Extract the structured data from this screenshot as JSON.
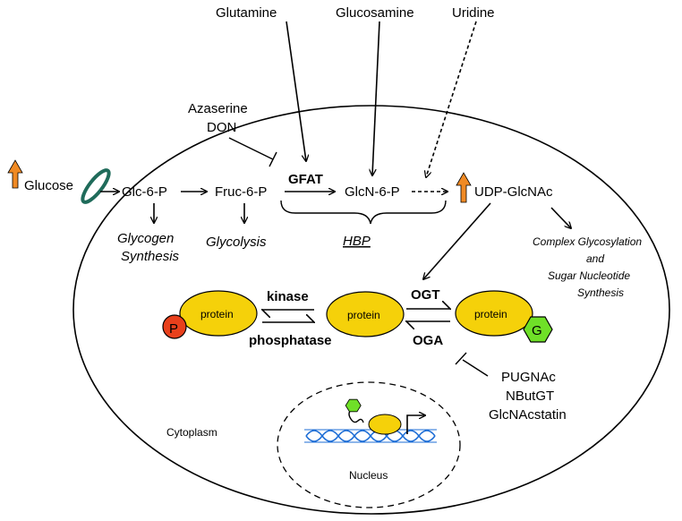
{
  "inputs": {
    "glutamine": "Glutamine",
    "glucosamine": "Glucosamine",
    "uridine": "Uridine",
    "azaserine": "Azaserine",
    "don": "DON",
    "glucose": "Glucose"
  },
  "pathway": {
    "glc6p": "Glc-6-P",
    "fruc6p": "Fruc-6-P",
    "gfat": "GFAT",
    "glcn6p": "GlcN-6-P",
    "udpglcnac": "UDP-GlcNAc",
    "hbp": "HBP"
  },
  "branches": {
    "glycogen_line1": "Glycogen",
    "glycogen_line2": "Synthesis",
    "glycolysis": "Glycolysis",
    "complex_line1": "Complex Glycosylation",
    "complex_line2": "and",
    "complex_line3": "Sugar Nucleotide",
    "complex_line4": "Synthesis"
  },
  "cycle": {
    "protein": "protein",
    "p_badge": "P",
    "g_badge": "G",
    "kinase": "kinase",
    "phosphatase": "phosphatase",
    "ogt": "OGT",
    "oga": "OGA"
  },
  "inhibitors": {
    "pugnac": "PUGNAc",
    "nbutgt": "NButGT",
    "glcnacstatin": "GlcNAcstatin"
  },
  "compartments": {
    "cytoplasm": "Cytoplasm",
    "nucleus": "Nucleus"
  },
  "colors": {
    "protein_fill": "#f5d10a",
    "phospho_fill": "#e8401c",
    "glcnac_fill": "#6fe028",
    "up_arrow_fill": "#f08a24",
    "transporter": "#1f6b5a",
    "dna": "#1e6ed6"
  }
}
